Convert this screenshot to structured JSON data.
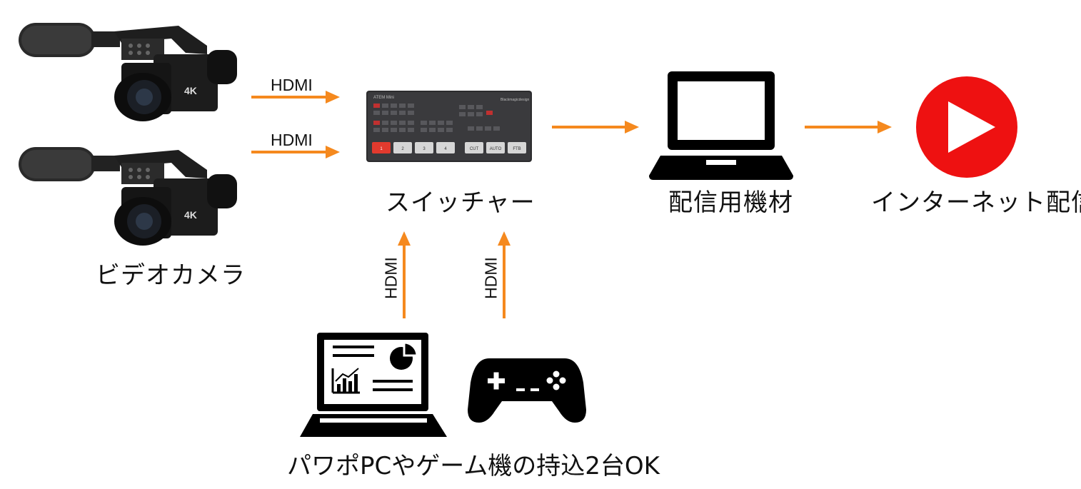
{
  "nodes": {
    "camera": {
      "label": "ビデオカメラ"
    },
    "switcher": {
      "label": "スイッチャー",
      "brand": "ATEM Mini",
      "maker": "Blackmagicdesign",
      "buttons": [
        "1",
        "2",
        "3",
        "4",
        "CUT",
        "AUTO",
        "FTB"
      ]
    },
    "streaming_pc": {
      "label": "配信用機材"
    },
    "internet": {
      "label": "インターネット配信"
    },
    "sources": {
      "label": "パワポPCやゲーム機の持込2台OK"
    }
  },
  "edges": {
    "cam1": "HDMI",
    "cam2": "HDMI",
    "pc_in": "HDMI",
    "game_in": "HDMI"
  },
  "colors": {
    "arrow": "#F5891E",
    "play": "#EE1111"
  }
}
